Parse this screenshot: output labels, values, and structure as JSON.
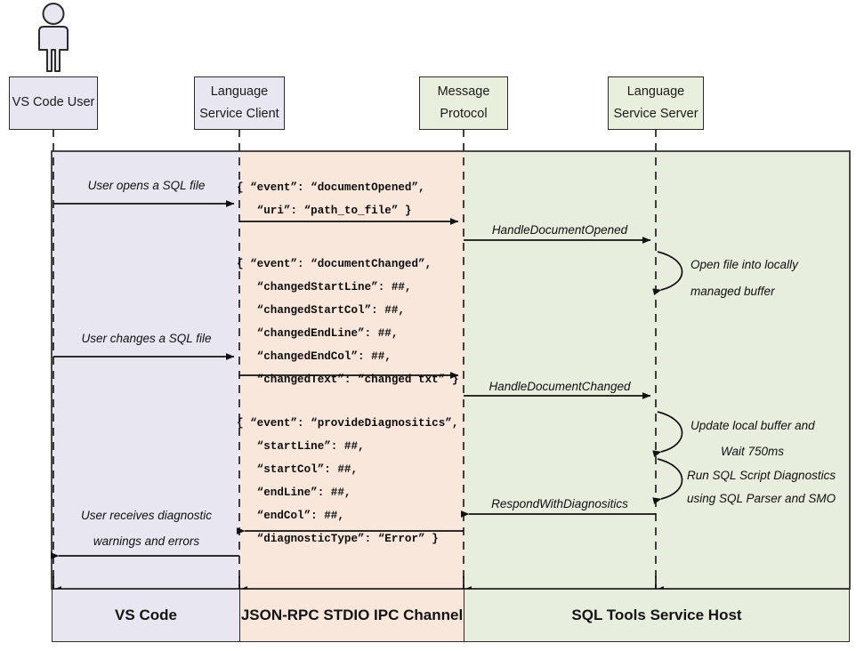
{
  "diagram": {
    "title": "SQL Tools Service language service sequence diagram",
    "colors": {
      "lane_vscode": "#e8e6f0",
      "lane_ipc": "#fae7dc",
      "lane_host": "#e7eedd",
      "stroke": "#2b2b2b",
      "text": "#101010"
    }
  },
  "actor": {
    "icon": "person-icon"
  },
  "participants": [
    {
      "id": "vscode-user",
      "lines": [
        "VS Code User"
      ]
    },
    {
      "id": "language-service-client",
      "lines": [
        "Language",
        "Service Client"
      ]
    },
    {
      "id": "message-protocol",
      "lines": [
        "Message",
        "Protocol"
      ]
    },
    {
      "id": "language-service-server",
      "lines": [
        "Language",
        "Service Server"
      ]
    }
  ],
  "lanes": [
    {
      "id": "vs-code",
      "label": "VS Code"
    },
    {
      "id": "json-rpc-stdio-ipc-channel",
      "label": "JSON-RPC STDIO IPC Channel"
    },
    {
      "id": "sql-tools-service-host",
      "label": "SQL Tools Service Host"
    }
  ],
  "messages": [
    {
      "id": "user-opens-file",
      "label": "User opens a SQL file"
    },
    {
      "id": "handle-document-opened",
      "label": "HandleDocumentOpened"
    },
    {
      "id": "user-changes-file",
      "label": "User changes a SQL file"
    },
    {
      "id": "handle-document-changed",
      "label": "HandleDocumentChanged"
    },
    {
      "id": "respond-with-diagnositics",
      "label": "RespondWithDiagnositics"
    }
  ],
  "return_message": {
    "id": "user-receives-diagnostics",
    "line1": "User receives diagnostic",
    "line2": "warnings and errors"
  },
  "self_notes": [
    {
      "id": "open-file-note",
      "line1": "Open file into locally",
      "line2": "managed buffer"
    },
    {
      "id": "update-buffer-note",
      "line1": "Update local buffer and",
      "line2": "Wait 750ms"
    },
    {
      "id": "run-diagnostics-note",
      "line1": "Run SQL Script Diagnostics",
      "line2": "using SQL Parser and SMO"
    }
  ],
  "payloads": [
    {
      "id": "document-opened-payload",
      "lines": [
        "{ “event”: “documentOpened”,",
        "   “uri”: “path_to_file” }"
      ]
    },
    {
      "id": "document-changed-payload",
      "lines": [
        "{ “event”: “documentChanged”,",
        "   “changedStartLine”: ##,",
        "   “changedStartCol”: ##,",
        "   “changedEndLine”: ##,",
        "   “changedEndCol”: ##,",
        "   “changedText”: “changed txt” }"
      ]
    },
    {
      "id": "provide-diagnositics-payload",
      "lines": [
        "{ “event”: “provideDiagnositics”,",
        "   “startLine”: ##,",
        "   “startCol”: ##,",
        "   “endLine”: ##,",
        "   “endCol”: ##,",
        "   “diagnosticType”: “Error” }"
      ]
    }
  ]
}
